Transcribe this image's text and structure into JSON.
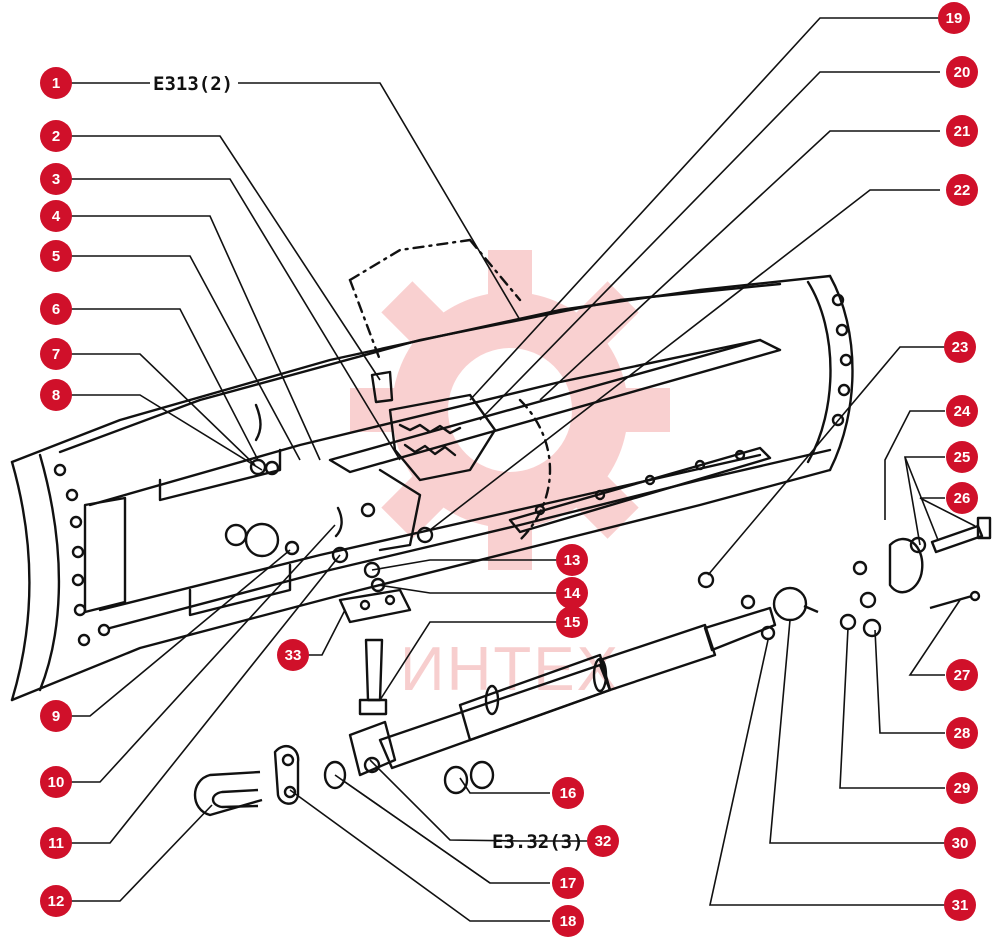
{
  "watermark": {
    "text": "ИНТЕХ",
    "color": "#f2a7a7"
  },
  "badge_color": "#d0102a",
  "references": {
    "ref_top": "E313(2)",
    "ref_bottom": "E3.32(3)"
  },
  "callouts": [
    "1",
    "2",
    "3",
    "4",
    "5",
    "6",
    "7",
    "8",
    "9",
    "10",
    "11",
    "12",
    "13",
    "14",
    "15",
    "16",
    "17",
    "18",
    "19",
    "20",
    "21",
    "22",
    "23",
    "24",
    "25",
    "26",
    "27",
    "28",
    "29",
    "30",
    "31",
    "32",
    "33"
  ]
}
